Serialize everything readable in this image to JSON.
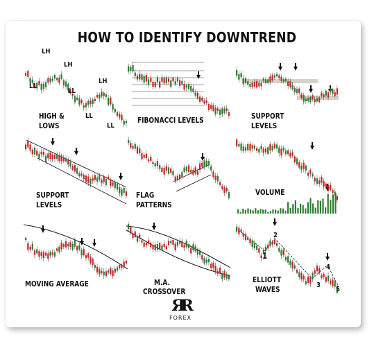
{
  "title": "HOW TO IDENTIFY DOWNTREND",
  "panels": {
    "highs_lows": {
      "label1": "HIGH &",
      "label2": "LOWS",
      "ann": [
        "LH",
        "LH",
        "LH",
        "LL",
        "LL",
        "LL",
        "LL"
      ]
    },
    "fibonacci": {
      "label": "FIBONACCI LEVELS"
    },
    "support_top": {
      "label1": "SUPPORT",
      "label2": "LEVELS"
    },
    "support_mid": {
      "label1": "SUPPORT",
      "label2": "LEVELS"
    },
    "flag": {
      "label1": "FLAG",
      "label2": "PATTERNS"
    },
    "volume": {
      "label": "VOLUME"
    },
    "moving_average": {
      "label": "MOVING AVERAGE"
    },
    "ma_crossover": {
      "label1": "M.A.",
      "label2": "CROSSOVER"
    },
    "elliott": {
      "label1": "ELLIOTT",
      "label2": "WAVES",
      "waves": [
        "1",
        "2",
        "3",
        "4",
        "5"
      ]
    }
  },
  "logo": {
    "text": "FOREX"
  },
  "colors": {
    "bull": "#2e7d32",
    "bear": "#c62828",
    "band": "#d6d2c8",
    "ink": "#111111"
  }
}
